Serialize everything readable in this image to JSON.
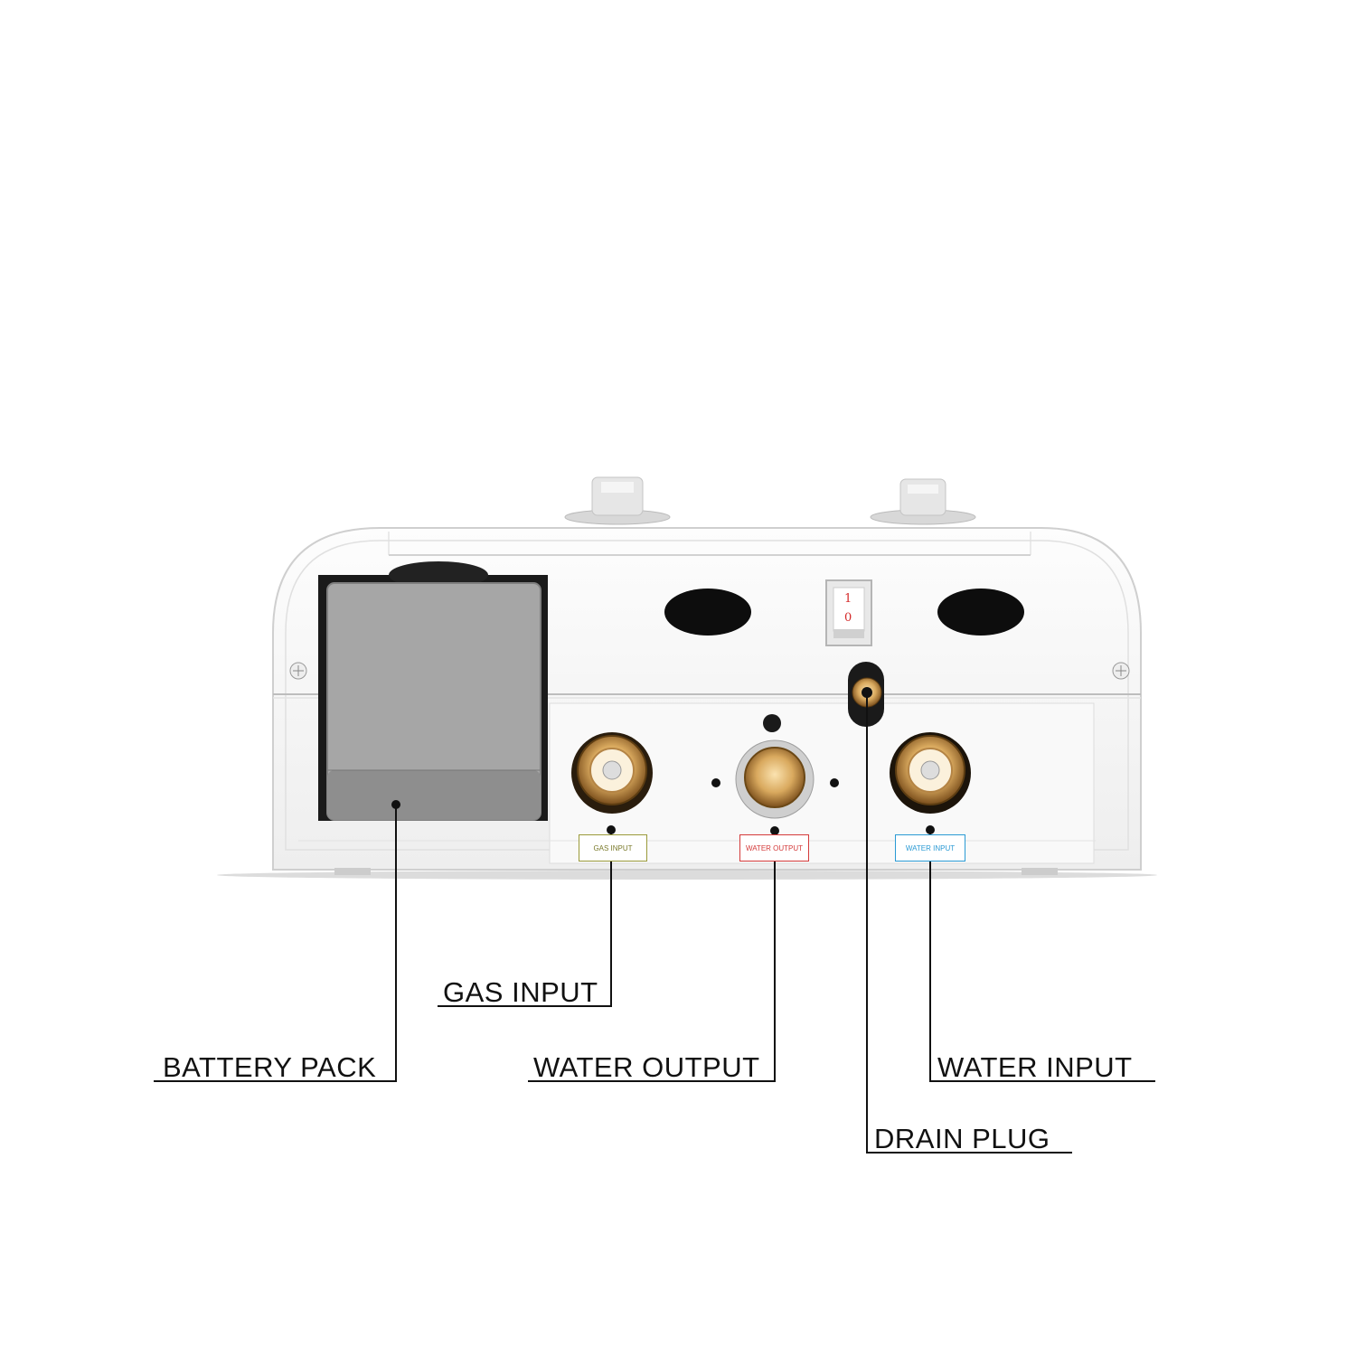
{
  "callouts": {
    "battery_pack": "BATTERY PACK",
    "gas_input": "GAS INPUT",
    "water_output": "WATER OUTPUT",
    "water_input": "WATER INPUT",
    "drain_plug": "DRAIN PLUG"
  },
  "unit_tags": {
    "gas_input": "GAS INPUT",
    "water_output": "WATER OUTPUT",
    "water_input": "WATER INPUT"
  },
  "power_switch": {
    "on_mark": "1",
    "off_mark": "0"
  },
  "colors": {
    "gas_tag": "#9a9a3a",
    "water_output_tag": "#d43a3a",
    "water_input_tag": "#2a9ad4",
    "leader_line": "#111111",
    "body": "#f7f7f7"
  }
}
